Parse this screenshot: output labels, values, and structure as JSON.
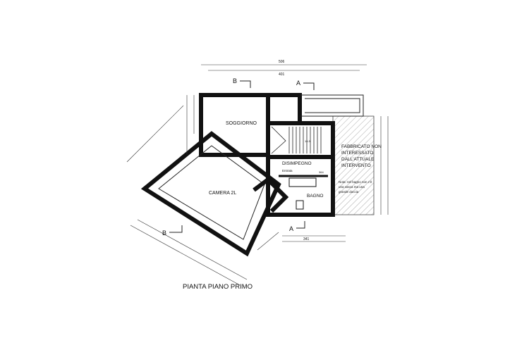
{
  "drawing": {
    "title": "PIANTA PIANO PRIMO",
    "rooms": {
      "soggiorno": "SOGGIORNO",
      "camera": "CAMERA 2L",
      "disimpegno": "DISIMPEGNO",
      "entrata": "Entrata",
      "bagno": "BAGNO"
    },
    "excluded_area": [
      "FABBRICATO NON",
      "INTERESSATO",
      "DALL'ATTUALE",
      "INTERVENTO"
    ],
    "note": [
      "Nota: nel bagno non c'è",
      "una vasca ma una",
      "grande doccia"
    ],
    "section_marks": {
      "a": "A",
      "b": "B"
    },
    "dimensions": {
      "top_total": "506",
      "top_sub": "401",
      "bottom": "341",
      "bath_w": "364",
      "stair_area": "16.3"
    }
  },
  "colors": {
    "line": "#111111",
    "hatch": "#888888"
  }
}
